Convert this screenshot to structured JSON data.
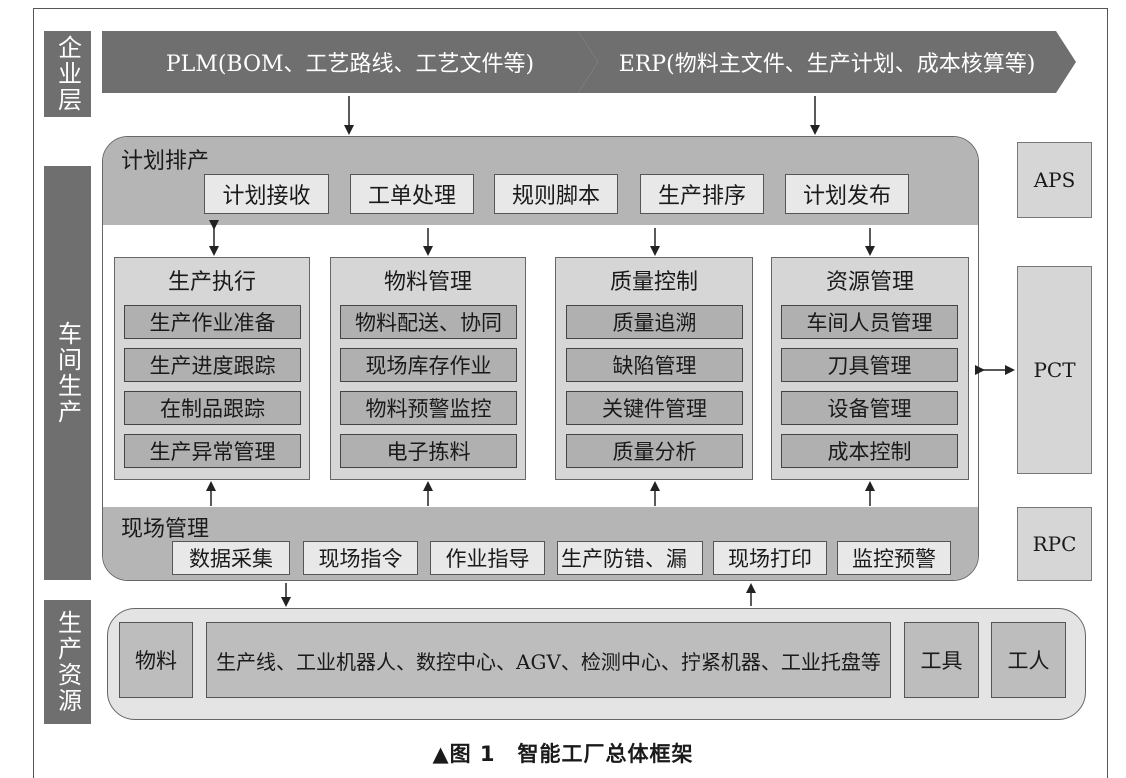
{
  "layers": {
    "enterprise": "企业层",
    "workshop": "车间生产",
    "resources": "生产资源"
  },
  "banners": {
    "plm": "PLM(BOM、工艺路线、工艺文件等)",
    "erp": "ERP(物料主文件、生产计划、成本核算等)"
  },
  "planning": {
    "title": "计划排产",
    "items": [
      "计划接收",
      "工单处理",
      "规则脚本",
      "生产排序",
      "计划发布"
    ]
  },
  "modules": [
    {
      "title": "生产执行",
      "items": [
        "生产作业准备",
        "生产进度跟踪",
        "在制品跟踪",
        "生产异常管理"
      ]
    },
    {
      "title": "物料管理",
      "items": [
        "物料配送、协同",
        "现场库存作业",
        "物料预警监控",
        "电子拣料"
      ]
    },
    {
      "title": "质量控制",
      "items": [
        "质量追溯",
        "缺陷管理",
        "关键件管理",
        "质量分析"
      ]
    },
    {
      "title": "资源管理",
      "items": [
        "车间人员管理",
        "刀具管理",
        "设备管理",
        "成本控制"
      ]
    }
  ],
  "site": {
    "title": "现场管理",
    "items": [
      "数据采集",
      "现场指令",
      "作业指导",
      "生产防错、漏",
      "现场打印",
      "监控预警"
    ]
  },
  "side": {
    "aps": "APS",
    "pct": "PCT",
    "rpc": "RPC"
  },
  "resources": {
    "material": "物料",
    "equipment": "生产线、工业机器人、数控中心、AGV、检测中心、拧紧机器、工业托盘等",
    "tools": "工具",
    "workers": "工人"
  },
  "caption": "▲图 1　智能工厂总体框架",
  "colors": {
    "dark": "#6f6f6f",
    "band": "#b5b5b5",
    "module": "#d6d6d6",
    "item": "#b0b0b0"
  }
}
